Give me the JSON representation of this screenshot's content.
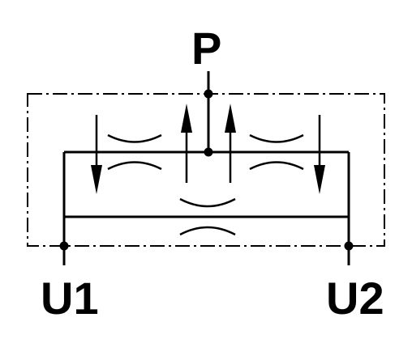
{
  "ports": {
    "p": "P",
    "u1": "U1",
    "u2": "U2"
  },
  "colors": {
    "stroke": "#000000",
    "background": "#ffffff"
  }
}
